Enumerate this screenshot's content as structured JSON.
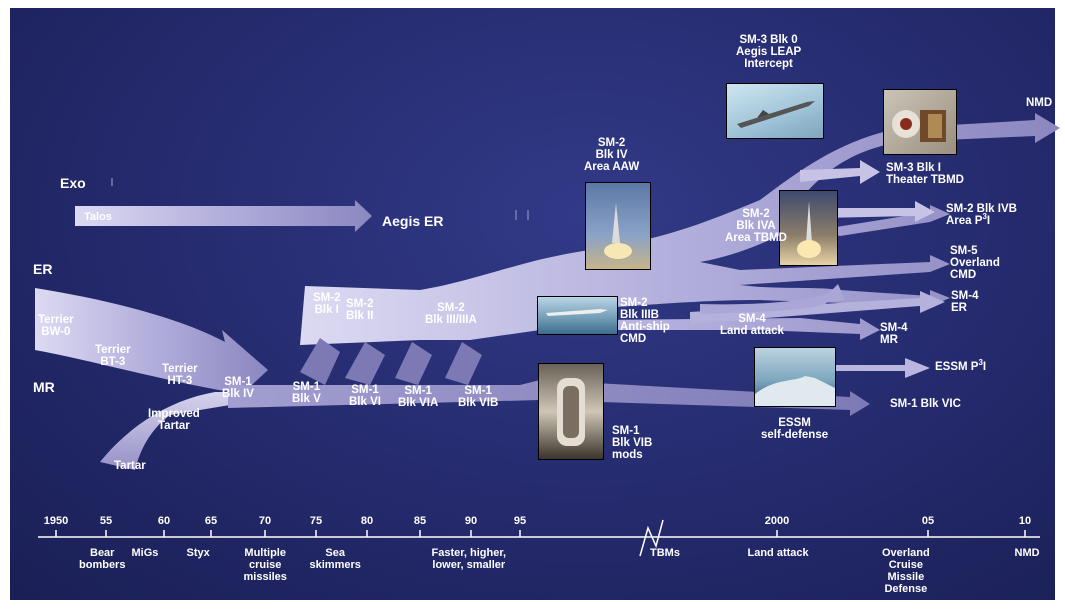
{
  "zones": {
    "exo": "Exo",
    "er": "ER",
    "mr": "MR"
  },
  "left_missiles": {
    "talos": "Talos",
    "aegis_er": "Aegis ER",
    "terrier_bw0": [
      "Terrier",
      "BW-0"
    ],
    "terrier_bt3": [
      "Terrier",
      "BT-3"
    ],
    "terrier_ht3": [
      "Terrier",
      "HT-3"
    ],
    "improved_tartar": [
      "Improved",
      "Tartar"
    ],
    "tartar": "Tartar"
  },
  "sm_blocks": {
    "sm1_blk_iv": [
      "SM-1",
      "Blk IV"
    ],
    "sm2_blk_i": [
      "SM-2",
      "Blk I"
    ],
    "sm2_blk_ii": [
      "SM-2",
      "Blk II"
    ],
    "sm2_blk_iii": [
      "SM-2",
      "Blk III/IIIA"
    ],
    "sm1_blk_v": [
      "SM-1",
      "Blk V"
    ],
    "sm1_blk_vi": [
      "SM-1",
      "Blk VI"
    ],
    "sm1_blk_via": [
      "SM-1",
      "Blk VIA"
    ],
    "sm1_blk_vib": [
      "SM-1",
      "Blk VIB"
    ],
    "sm2_blk_iv": [
      "SM-2",
      "Blk IV",
      "Area AAW"
    ],
    "sm2_blk_iiib": [
      "SM-2",
      "Blk IIIB",
      "Anti-ship",
      "CMD"
    ],
    "sm1_blk_vib_mods": [
      "SM-1",
      "Blk VIB",
      "mods"
    ],
    "sm3_blk0": [
      "SM-3 Blk 0",
      "Aegis LEAP",
      "Intercept"
    ],
    "sm2_blk_iva": [
      "SM-2",
      "Blk IVA",
      "Area TBMD"
    ],
    "sm4_land": [
      "SM-4",
      "Land attack"
    ],
    "essm_sd": [
      "ESSM",
      "self-defense"
    ]
  },
  "endpoints": {
    "nmd": "NMD",
    "sm3_blk_i": [
      "SM-3 Blk I",
      "Theater TBMD"
    ],
    "sm2_blk_ivb": [
      "SM-2 Blk IVB",
      "Area P",
      "3",
      "I"
    ],
    "sm5": [
      "SM-5",
      "Overland",
      "CMD"
    ],
    "sm4_er": [
      "SM-4",
      "ER"
    ],
    "sm4_mr": [
      "SM-4",
      "MR"
    ],
    "essm_p3i": [
      "ESSM P",
      "3",
      "I"
    ],
    "sm1_blk_vic": "SM-1 Blk VIC"
  },
  "timeline": {
    "years": [
      "1950",
      "55",
      "60",
      "65",
      "70",
      "75",
      "80",
      "85",
      "90",
      "95",
      "2000",
      "05",
      "10"
    ],
    "threats": {
      "bear": [
        "Bear",
        "bombers"
      ],
      "migs": [
        "MiGs"
      ],
      "styx": [
        "Styx"
      ],
      "multiple": [
        "Multiple",
        "cruise",
        "missiles"
      ],
      "sea": [
        "Sea",
        "skimmers"
      ],
      "faster": [
        "Faster, higher,",
        "lower, smaller"
      ],
      "tbms": [
        "TBMs"
      ],
      "land": [
        "Land attack"
      ],
      "overland": [
        "Overland",
        "Cruise",
        "Missile",
        "Defense"
      ],
      "nmd": [
        "NMD"
      ]
    }
  },
  "colors": {
    "background": "#242a6c",
    "arrow_light": "#d2d0ec",
    "arrow_mid": "#a9a5d4",
    "arrow_dark": "#6c68a8",
    "text": "#ffffff"
  },
  "icons": [
    "missile-photo",
    "launch-photo",
    "ship-photo",
    "seeker-photo"
  ]
}
